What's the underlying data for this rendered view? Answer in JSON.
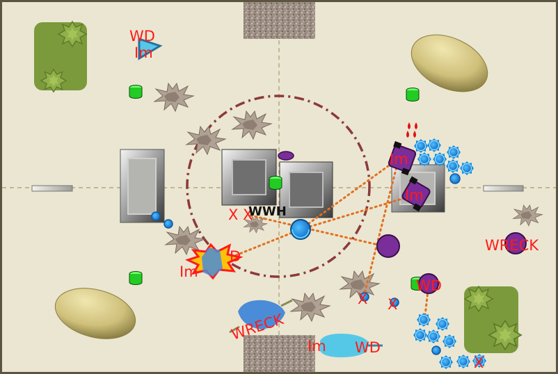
{
  "board": {
    "colors": {
      "background": "#ebe6d1",
      "border": "#5a5440",
      "mat_green": "#7b9a3c",
      "rock": "#d8cf86",
      "rubble": "#a49284",
      "building": "#8c8c8c",
      "objective": "#22cc22",
      "blue_unit": "#1a8fe0",
      "purple_unit": "#7a2e9a",
      "fire_line": "#e07020",
      "range_ring": "#8b3a3a",
      "label": "#ff1a1a"
    },
    "labels": {
      "wd_top_left": "WD",
      "im_top_left": "Im",
      "im_upper_right_unit": "Im",
      "im_right_unit": "Im",
      "wreck_right": "WRECK",
      "wd_right": "WD",
      "x_center_left": "X X",
      "wwh": "WWH",
      "d_blast": "D",
      "im_left": "Im",
      "wreck_bottom": "WRECK",
      "x_lower_mid": "X",
      "x_lower_right": "X",
      "im_bottom": "Im",
      "wd_bottom": "WD",
      "x_bottom_right": "X"
    },
    "icons": {
      "objective": "objective-marker-icon",
      "blood": "blood-drops-icon",
      "blast": "explosion-icon",
      "blue_infantry": "blue-infantry-icon",
      "purple_vehicle": "purple-vehicle-icon"
    }
  }
}
